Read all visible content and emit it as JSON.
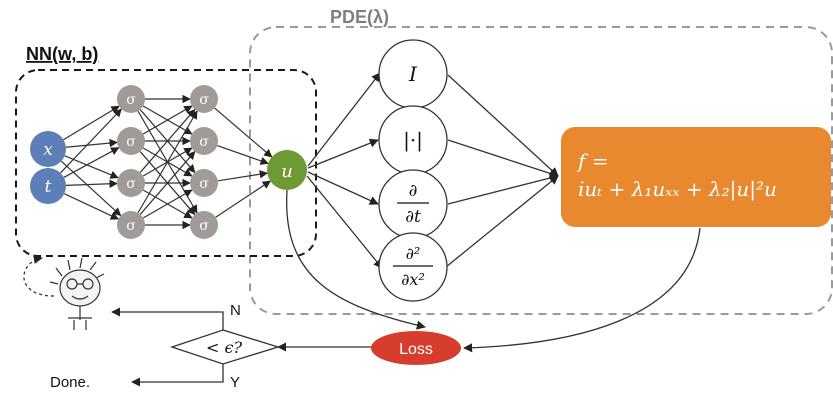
{
  "nn_label": "NN(w, b)",
  "pde_label": "PDE(λ)",
  "inputs": {
    "x": "x",
    "t": "t"
  },
  "sigma": "σ",
  "output_u": "u",
  "operators": {
    "identity": "I",
    "abs": "|·|",
    "dt_num": "∂",
    "dt_den": "∂t",
    "dxx_num": "∂²",
    "dxx_den": "∂x²"
  },
  "residual": {
    "line1": "f =",
    "line2": "iuₜ + λ₁uₓₓ + λ₂|u|²u"
  },
  "loss_label": "Loss",
  "decision": "< ϵ?",
  "no_label": "N",
  "yes_label": "Y",
  "done_label": "Done.",
  "colors": {
    "input_node": "#5b7fb6",
    "hidden_node": "#a09b98",
    "output_node": "#6e9a36",
    "residual_box": "#e8892f",
    "loss_node": "#d53e2c",
    "pde_label": "#7f7f7f"
  }
}
